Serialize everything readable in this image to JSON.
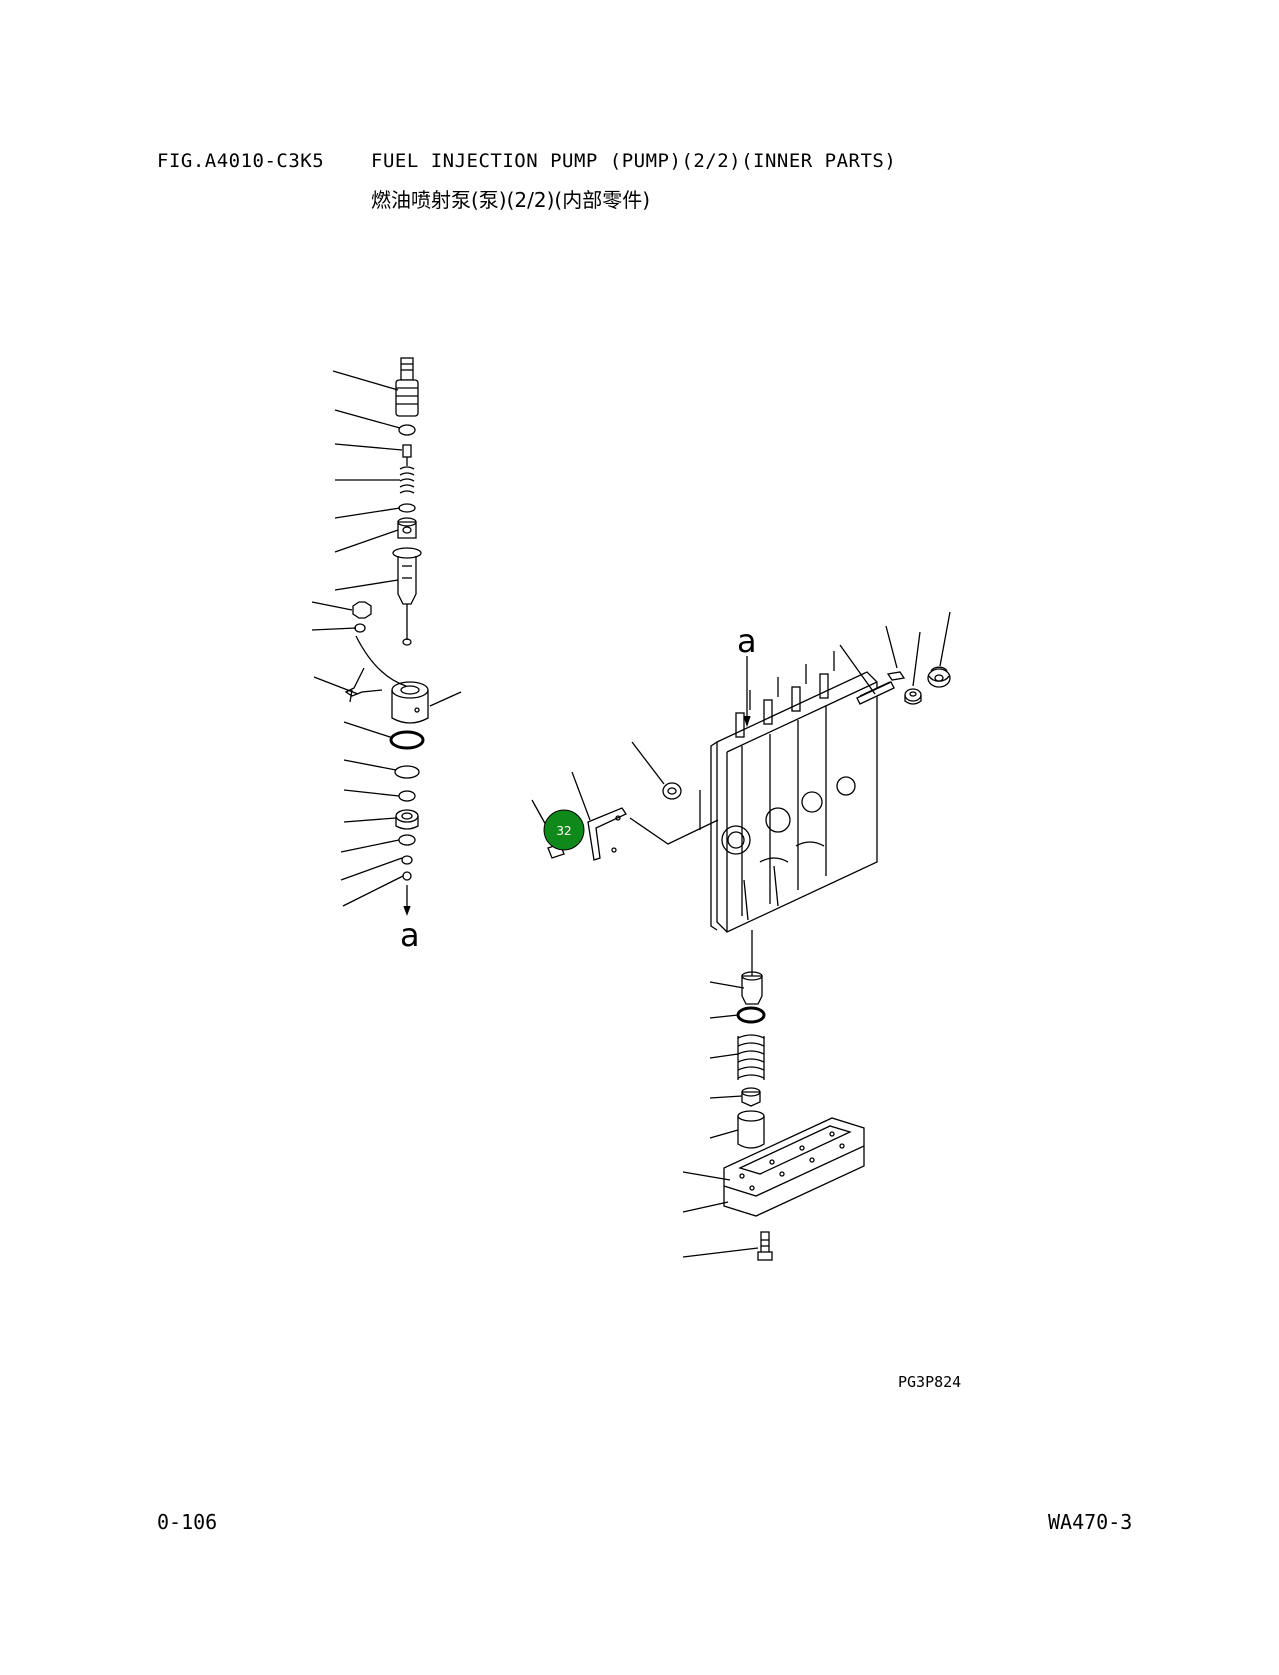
{
  "header": {
    "figure_code": "FIG.A4010-C3K5",
    "title_en": "FUEL INJECTION PUMP (PUMP)(2/2)(INNER PARTS)",
    "title_cn": "燃油喷射泵(泵)(2/2)(内部零件)"
  },
  "diagram": {
    "ref_mark_top": "a",
    "ref_mark_bottom": "a",
    "callouts": [
      {
        "label": "32",
        "color": "#0f8a1a",
        "text_color": "#ffffff"
      }
    ]
  },
  "footer": {
    "drawing_code": "PG3P824",
    "page_number": "0-106",
    "model": "WA470-3"
  }
}
